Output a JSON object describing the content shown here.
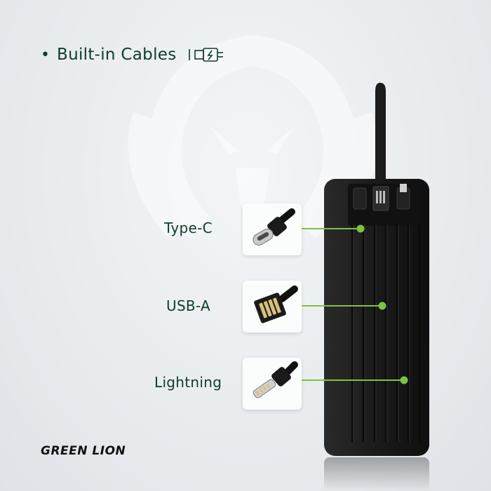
{
  "headline": {
    "bullet": "•",
    "title": "Built-in Cables",
    "icon": "charging-cable-icon"
  },
  "features": [
    {
      "label": "Type-C",
      "icon": "usb-c-connector-icon"
    },
    {
      "label": "USB-A",
      "icon": "usb-a-connector-icon"
    },
    {
      "label": "Lightning",
      "icon": "lightning-connector-icon"
    }
  ],
  "brand": {
    "logo_text": "GREEN LION"
  },
  "colors": {
    "text": "#0d3d2a",
    "accent_line": "#7dc242",
    "device_body": "#1b1b1b"
  }
}
